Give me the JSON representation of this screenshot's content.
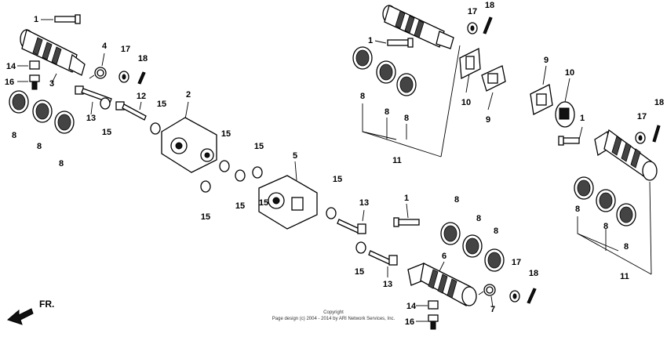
{
  "diagram": {
    "copyright_line1": "Copyright",
    "copyright_line2": "Page design (c) 2004 - 2014 by ARI Network Services, Inc.",
    "direction_label": "FR.",
    "callouts": [
      {
        "id": "c1a",
        "label": "1"
      },
      {
        "id": "c1b",
        "label": "1"
      },
      {
        "id": "c1c",
        "label": "1"
      },
      {
        "id": "c1d",
        "label": "1"
      },
      {
        "id": "c2",
        "label": "2"
      },
      {
        "id": "c3",
        "label": "3"
      },
      {
        "id": "c4",
        "label": "4"
      },
      {
        "id": "c5",
        "label": "5"
      },
      {
        "id": "c6",
        "label": "6"
      },
      {
        "id": "c7",
        "label": "7"
      },
      {
        "id": "c8a",
        "label": "8"
      },
      {
        "id": "c8b",
        "label": "8"
      },
      {
        "id": "c8c",
        "label": "8"
      },
      {
        "id": "c8d",
        "label": "8"
      },
      {
        "id": "c8e",
        "label": "8"
      },
      {
        "id": "c8f",
        "label": "8"
      },
      {
        "id": "c8g",
        "label": "8"
      },
      {
        "id": "c8h",
        "label": "8"
      },
      {
        "id": "c8i",
        "label": "8"
      },
      {
        "id": "c8j",
        "label": "8"
      },
      {
        "id": "c8k",
        "label": "8"
      },
      {
        "id": "c8l",
        "label": "8"
      },
      {
        "id": "c9a",
        "label": "9"
      },
      {
        "id": "c9b",
        "label": "9"
      },
      {
        "id": "c10a",
        "label": "10"
      },
      {
        "id": "c10b",
        "label": "10"
      },
      {
        "id": "c11a",
        "label": "11"
      },
      {
        "id": "c11b",
        "label": "11"
      },
      {
        "id": "c12",
        "label": "12"
      },
      {
        "id": "c13a",
        "label": "13"
      },
      {
        "id": "c13b",
        "label": "13"
      },
      {
        "id": "c13c",
        "label": "13"
      },
      {
        "id": "c14a",
        "label": "14"
      },
      {
        "id": "c14b",
        "label": "14"
      },
      {
        "id": "c15a",
        "label": "15"
      },
      {
        "id": "c15b",
        "label": "15"
      },
      {
        "id": "c15c",
        "label": "15"
      },
      {
        "id": "c15d",
        "label": "15"
      },
      {
        "id": "c15e",
        "label": "15"
      },
      {
        "id": "c15f",
        "label": "15"
      },
      {
        "id": "c15g",
        "label": "15"
      },
      {
        "id": "c15h",
        "label": "15"
      },
      {
        "id": "c15i",
        "label": "15"
      },
      {
        "id": "c16a",
        "label": "16"
      },
      {
        "id": "c16b",
        "label": "16"
      },
      {
        "id": "c17a",
        "label": "17"
      },
      {
        "id": "c17b",
        "label": "17"
      },
      {
        "id": "c17c",
        "label": "17"
      },
      {
        "id": "c17d",
        "label": "17"
      },
      {
        "id": "c18a",
        "label": "18"
      },
      {
        "id": "c18b",
        "label": "18"
      },
      {
        "id": "c18c",
        "label": "18"
      },
      {
        "id": "c18d",
        "label": "18"
      }
    ]
  }
}
